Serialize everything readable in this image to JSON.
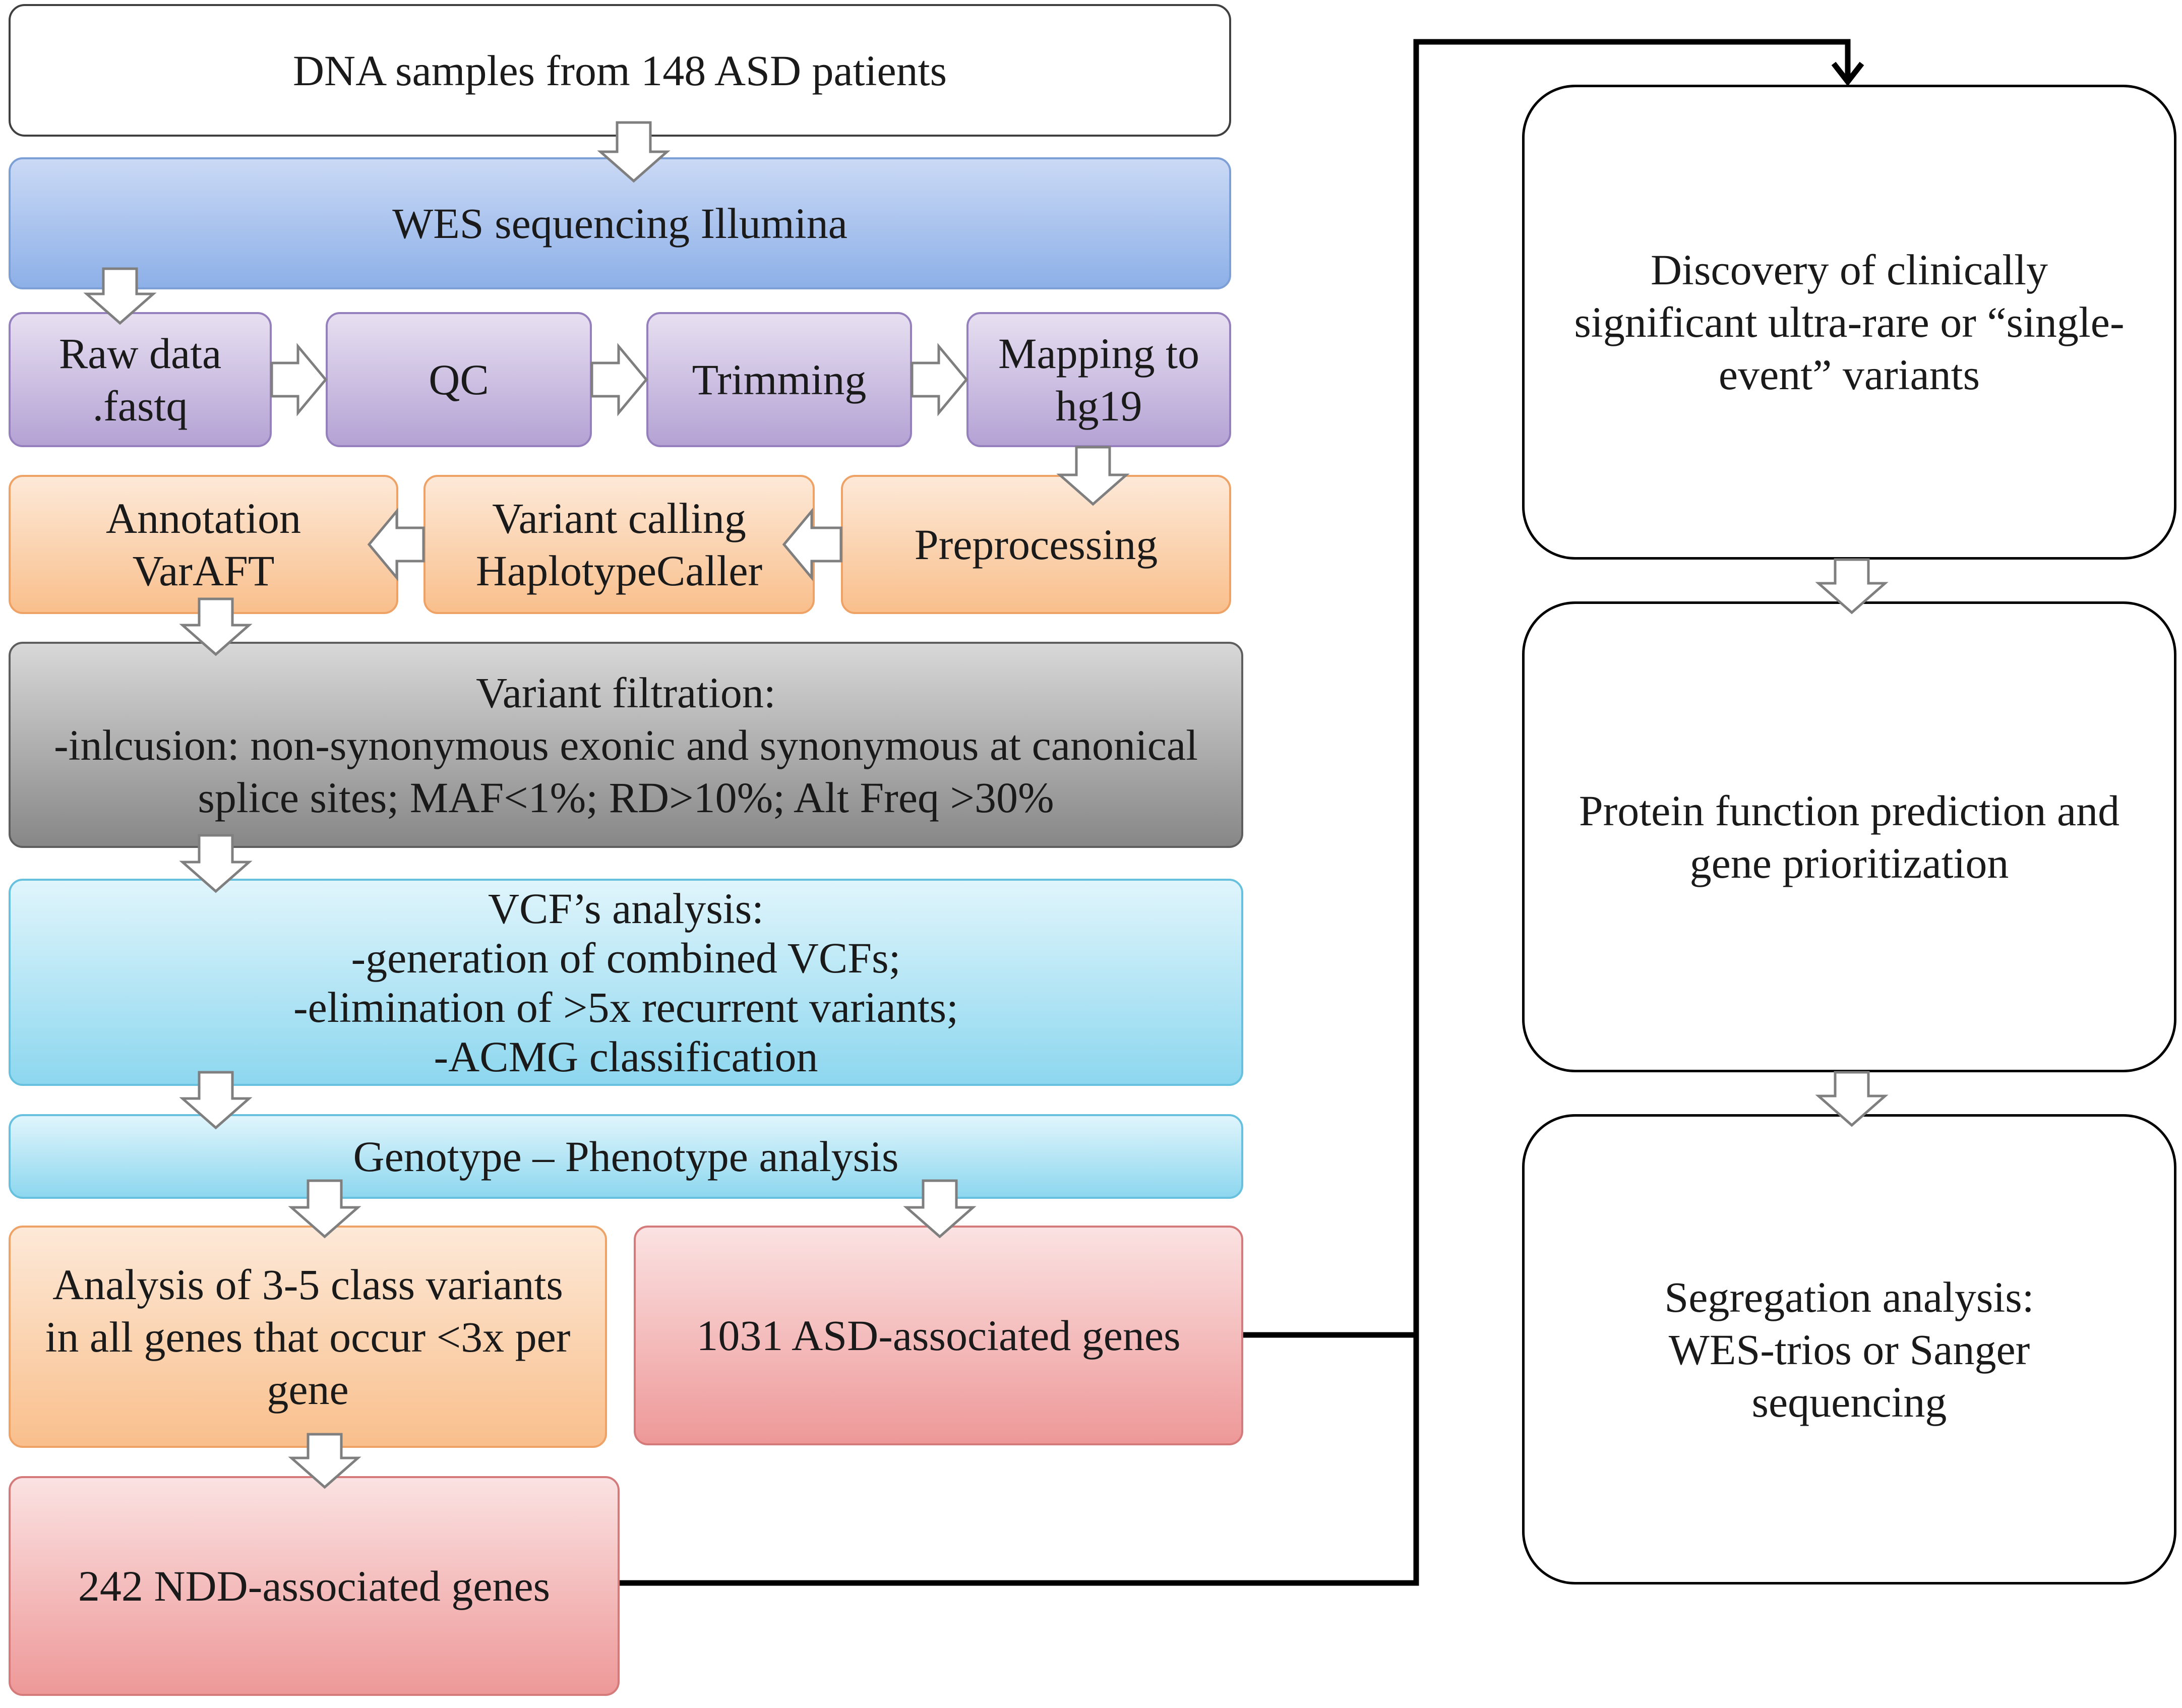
{
  "palette": {
    "text": "#1a1a1a",
    "white_border": "#404040",
    "blue_top": "#cad9f5",
    "blue_bottom": "#8db0e8",
    "blue_border": "#7c9fd6",
    "purple_top": "#e7dff1",
    "purple_bottom": "#b4a2d4",
    "purple_border": "#9580bd",
    "orange_top": "#fde9d8",
    "orange_bottom": "#f9bf8c",
    "orange_border": "#eea266",
    "gray_top": "#d8d8d8",
    "gray_bottom": "#878787",
    "gray_border": "#5e5e5e",
    "cyan_top": "#e0f5fc",
    "cyan_bottom": "#8dd7ef",
    "cyan_border": "#67c1de",
    "pink_top": "#fbe2e2",
    "pink_bottom": "#ee9898",
    "pink_border": "#d47a7a",
    "block_arrow_fill": "#ffffff",
    "block_arrow_outline": "#7f7f7f",
    "connector": "#000000",
    "outline_box_border": "#000000"
  },
  "nodes": {
    "input": {
      "lines": [
        "DNA samples from 148 ASD patients"
      ]
    },
    "sequencing": {
      "lines": [
        "WES sequencing Illumina"
      ]
    },
    "raw_data": {
      "lines": [
        "Raw data",
        ".fastq"
      ]
    },
    "qc": {
      "lines": [
        "QC"
      ]
    },
    "trimming": {
      "lines": [
        "Trimming"
      ]
    },
    "mapping": {
      "lines": [
        "Mapping to",
        "hg19"
      ]
    },
    "annotation": {
      "lines": [
        "Annotation",
        "VarAFT"
      ]
    },
    "variant_calling": {
      "lines": [
        "Variant calling",
        "HaplotypeCaller"
      ]
    },
    "preprocessing": {
      "lines": [
        "Preprocessing"
      ]
    },
    "filtration": {
      "lines": [
        "Variant filtration:",
        "-inlcusion: non-synonymous exonic and synonymous at canonical",
        "splice sites; MAF<1%; RD>10%; Alt Freq >30%"
      ]
    },
    "vcf_analysis": {
      "lines": [
        "VCF’s analysis:",
        "-generation of combined VCFs;",
        "-elimination of >5x recurrent variants;",
        "-ACMG classification"
      ]
    },
    "genotype_phenotype": {
      "lines": [
        "Genotype – Phenotype analysis"
      ]
    },
    "class_variants": {
      "lines": [
        "Analysis of 3-5 class variants",
        "in all genes that occur <3x per",
        "gene"
      ]
    },
    "asd_genes": {
      "lines": [
        "1031 ASD-associated genes"
      ]
    },
    "ndd_genes": {
      "lines": [
        "242 NDD-associated genes"
      ]
    },
    "discovery": {
      "lines": [
        "Discovery of clinically",
        "significant ultra-rare or “single-",
        "event” variants"
      ]
    },
    "protein_function": {
      "lines": [
        "Protein function prediction and",
        "gene prioritization"
      ]
    },
    "segregation": {
      "lines": [
        "Segregation analysis:",
        "WES-trios or Sanger",
        "sequencing"
      ]
    }
  }
}
